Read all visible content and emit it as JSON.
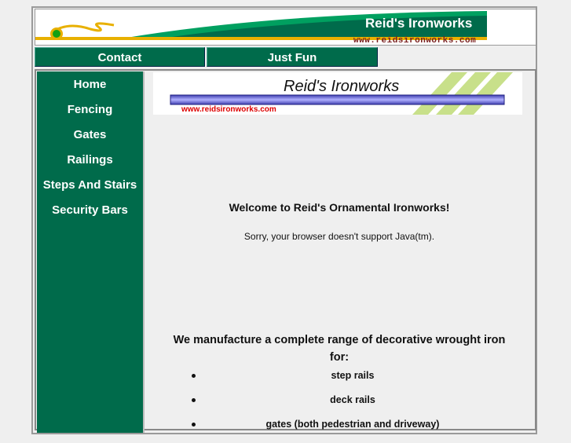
{
  "banner": {
    "title": "Reid's Ironworks",
    "url": "www.reidsironworks.com"
  },
  "nav": [
    {
      "label": "Contact"
    },
    {
      "label": "Just Fun"
    }
  ],
  "sidebar": {
    "items": [
      {
        "label": "Home"
      },
      {
        "label": "Fencing"
      },
      {
        "label": "Gates"
      },
      {
        "label": "Railings"
      },
      {
        "label": "Steps And Stairs"
      },
      {
        "label": "Security Bars"
      }
    ]
  },
  "content": {
    "inner_banner": {
      "title": "Reid's Ironworks",
      "url": "www.reidsironworks.com"
    },
    "welcome": "Welcome to Reid's Ornamental Ironworks!",
    "java_notice": "Sorry, your browser doesn't support Java(tm).",
    "intro": "We manufacture a complete range of decorative wrought iron for:",
    "products": [
      "step rails",
      "deck rails",
      "gates (both pedestrian and driveway)"
    ]
  },
  "colors": {
    "brand_green": "#006b4b",
    "gold": "#e8b000",
    "url_red": "#dd0000"
  }
}
